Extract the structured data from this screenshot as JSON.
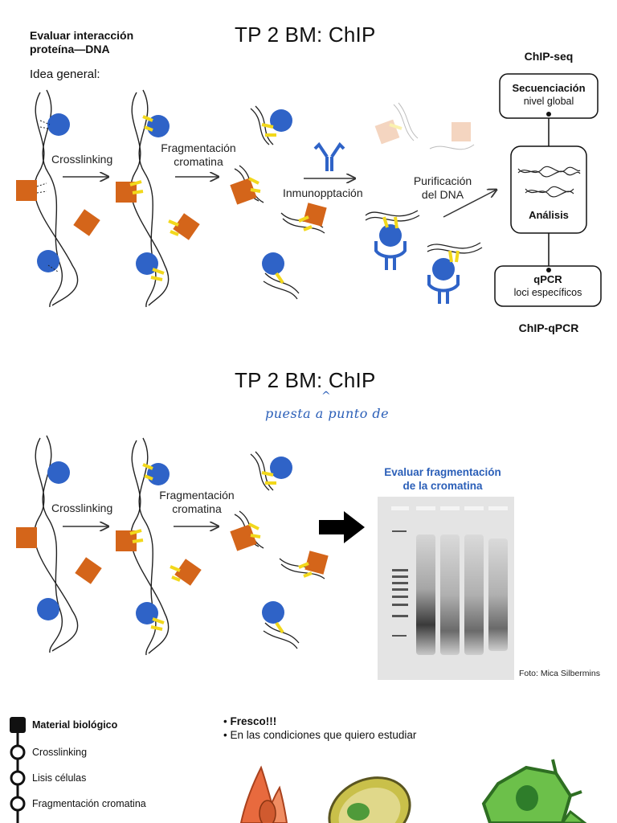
{
  "top": {
    "title": "TP 2 BM: ChIP",
    "subtitle_line1": "Evaluar interacción",
    "subtitle_line2": "proteína—DNA",
    "idea": "Idea general:",
    "crosslinking": "Crosslinking",
    "frag_line1": "Fragmentación",
    "frag_line2": "cromatina",
    "inmuno": "Inmunopptación",
    "purif_line1": "Purificación",
    "purif_line2": "del DNA",
    "chipseq": "ChIP-seq",
    "chipqpcr": "ChIP-qPCR",
    "secuenciacion": "Secuenciación",
    "nivel_global": "nivel global",
    "analisis": "Análisis",
    "qpcr": "qPCR",
    "loci": "loci específicos"
  },
  "middle": {
    "title": "TP 2 BM: ChIP",
    "caret": "^",
    "annotation": "puesta a punto de",
    "crosslinking": "Crosslinking",
    "frag_line1": "Fragmentación",
    "frag_line2": "cromatina",
    "gel_title_line1": "Evaluar fragmentación",
    "gel_title_line2": "de la cromatina",
    "photo_credit": "Foto: Mica Silbermins"
  },
  "bottom": {
    "timeline": [
      {
        "label": "Material biológico",
        "active": true
      },
      {
        "label": "Crosslinking",
        "active": false
      },
      {
        "label": "Lisis células",
        "active": false
      },
      {
        "label": "Fragmentación cromatina",
        "active": false
      }
    ],
    "bullets": [
      "Fresco!!!",
      "En las condiciones que quiero estudiar"
    ]
  },
  "colors": {
    "protein_blue": "#2f63c7",
    "protein_orange": "#d4651a",
    "crosslink_yellow": "#f2d81c",
    "accent_blue": "#2b5fb8",
    "cell_green": "#6cc04a",
    "cell_orange": "#e86a3e",
    "cell_olive": "#c9c04a"
  }
}
